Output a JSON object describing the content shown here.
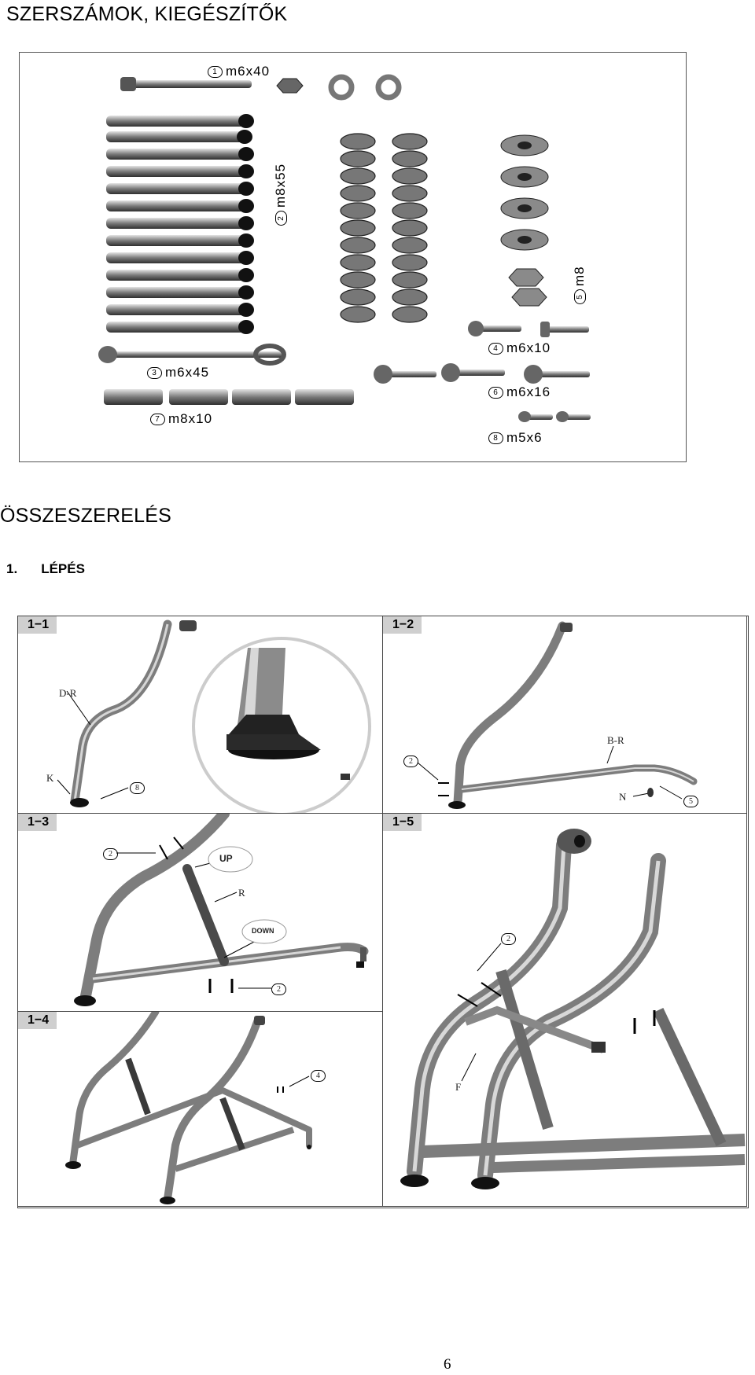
{
  "tools_title": "SZERSZÁMOK, KIEGÉSZÍTŐK",
  "hardware": [
    {
      "num": "1",
      "size": "m6x40"
    },
    {
      "num": "2",
      "size": "m8x55"
    },
    {
      "num": "3",
      "size": "m6x45"
    },
    {
      "num": "4",
      "size": "m6x10"
    },
    {
      "num": "5",
      "size": "m8"
    },
    {
      "num": "6",
      "size": "m6x16"
    },
    {
      "num": "7",
      "size": "m8x10"
    },
    {
      "num": "8",
      "size": "m5x6"
    }
  ],
  "assembly_title": "ÖSSZESZERELÉS",
  "step": {
    "number": "1.",
    "label": "LÉPÉS"
  },
  "panels": [
    {
      "tag": "1−1",
      "callouts": {
        "part": "D-R",
        "foot": "K",
        "bolt": "8"
      }
    },
    {
      "tag": "1−2",
      "callouts": {
        "part": "B-R",
        "nut": "N",
        "bolt": "5",
        "screw": "2"
      }
    },
    {
      "tag": "1−3",
      "callouts": {
        "part": "R",
        "up": "UP",
        "down": "DOWN",
        "screw_top": "2",
        "screw_bottom": "2"
      }
    },
    {
      "tag": "1−4",
      "callouts": {
        "screw": "4"
      }
    },
    {
      "tag": "1−5",
      "callouts": {
        "part": "F",
        "screw": "2"
      }
    }
  ],
  "page_number": "6"
}
